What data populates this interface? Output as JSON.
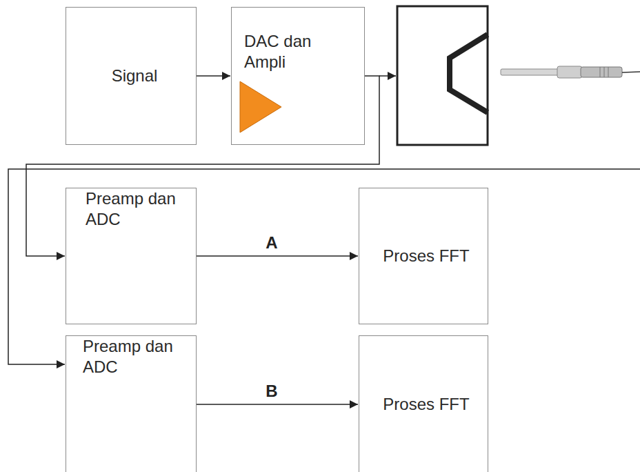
{
  "diagram": {
    "nodes": [
      {
        "text": [
          "Signal"
        ]
      },
      {
        "text": [
          "DAC dan Ampli"
        ]
      },
      {
        "text": [
          "Preamp dan ADC"
        ]
      },
      {
        "text": [
          "Proses FFT"
        ]
      },
      {
        "text": [
          "Preamp dan ADC"
        ]
      },
      {
        "text": [
          "Proses FFT"
        ]
      }
    ],
    "edges": [
      {
        "from": 0,
        "to": 1,
        "arrow": "to"
      },
      {
        "from": 1,
        "to": 2,
        "arrow": "to"
      },
      {
        "from": 2,
        "to": 3,
        "label": "A",
        "arrow": "to"
      },
      {
        "from": 4,
        "to": 5,
        "label": "B",
        "arrow": "to"
      }
    ]
  }
}
